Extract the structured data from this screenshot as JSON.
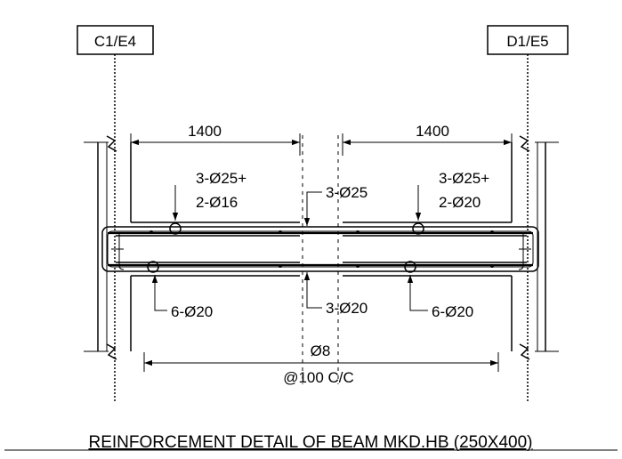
{
  "grid_labels": {
    "left": "C1/E4",
    "right": "D1/E5"
  },
  "dimensions": {
    "left_span": "1400",
    "right_span": "1400"
  },
  "top_bars": {
    "left_line1": "3-Ø25+",
    "left_line2": "2-Ø16",
    "middle": "3-Ø25",
    "right_line1": "3-Ø25+",
    "right_line2": "2-Ø20"
  },
  "bottom_bars": {
    "left": "6-Ø20",
    "middle": "3-Ø20",
    "right": "6-Ø20"
  },
  "stirrups": {
    "dia": "Ø8",
    "spacing": "@100 C/C"
  },
  "title": "REINFORCEMENT DETAIL OF BEAM MKD.HB (250X400)"
}
